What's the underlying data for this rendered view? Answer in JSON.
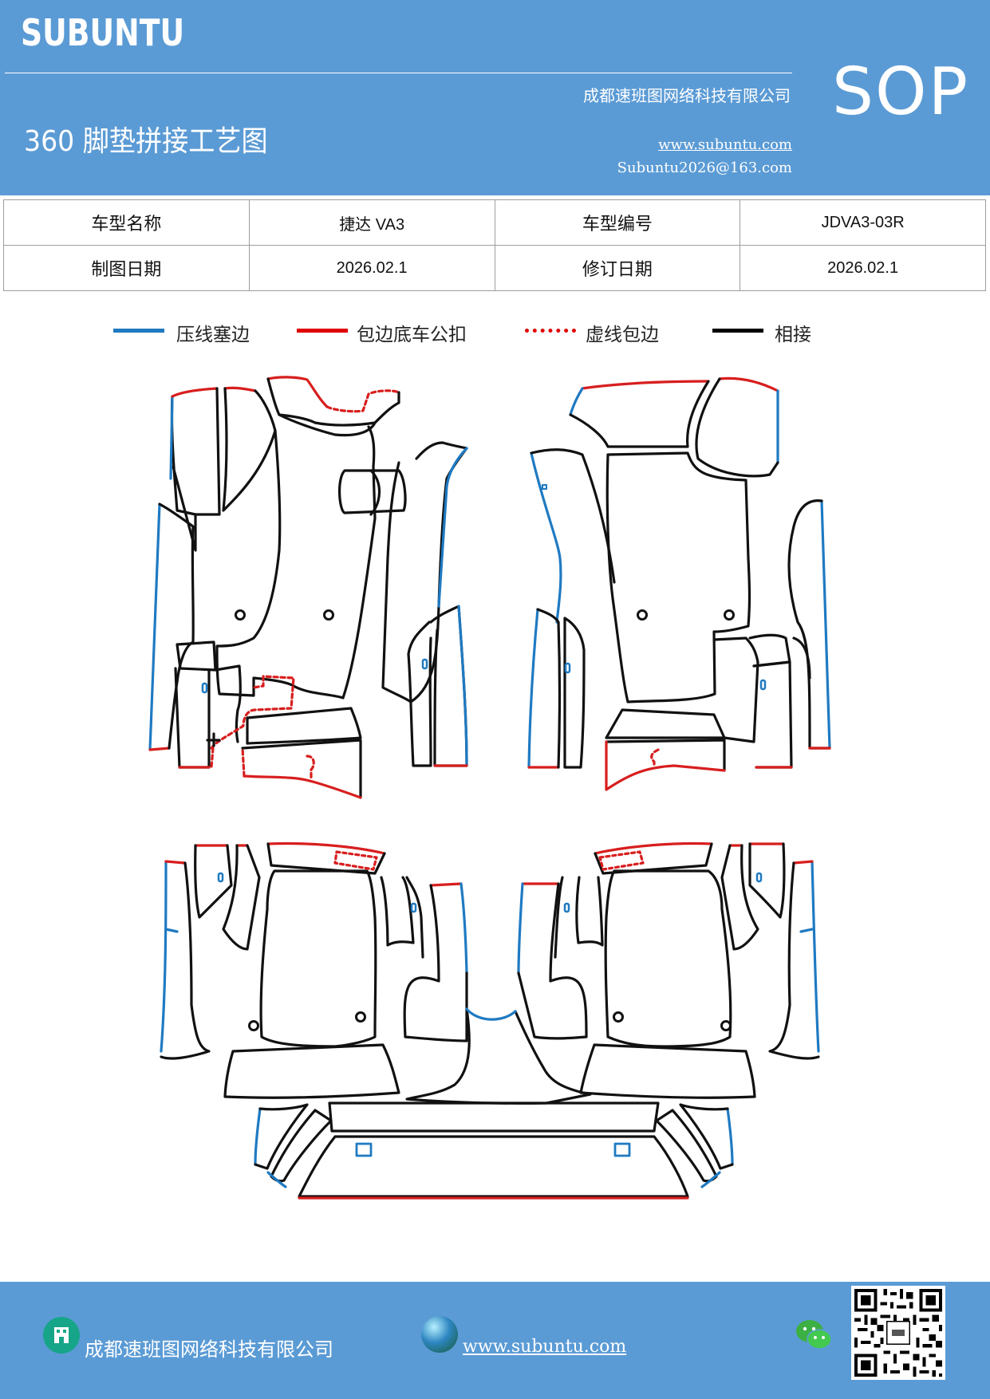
{
  "header": {
    "brand": "SUBUNTU",
    "company": "成都速班图网络科技有限公司",
    "title": "360 脚垫拼接工艺图",
    "url": "www.subuntu.com",
    "email": "Subuntu2026@163.com",
    "sop": "SOP"
  },
  "info_table": {
    "row1": [
      "车型名称",
      "捷达 VA3",
      "车型编号",
      "JDVA3-03R"
    ],
    "row2": [
      "制图日期",
      "2026.02.1",
      "修订日期",
      "2026.02.1"
    ]
  },
  "legend": [
    {
      "label": "压线塞边",
      "color": "#1f7ac2",
      "style": "solid"
    },
    {
      "label": "包边底车公扣",
      "color": "#e00000",
      "style": "solid"
    },
    {
      "label": "虚线包边",
      "color": "#e00000",
      "style": "dotted"
    },
    {
      "label": "相接",
      "color": "#000000",
      "style": "solid"
    }
  ],
  "footer": {
    "company": "成都速班图网络科技有限公司",
    "url": "www.subuntu.com"
  },
  "colors": {
    "header_bg": "#5b9bd5",
    "blue_line": "#1f7ac2",
    "red_line": "#d81e1e",
    "black_line": "#111111"
  }
}
